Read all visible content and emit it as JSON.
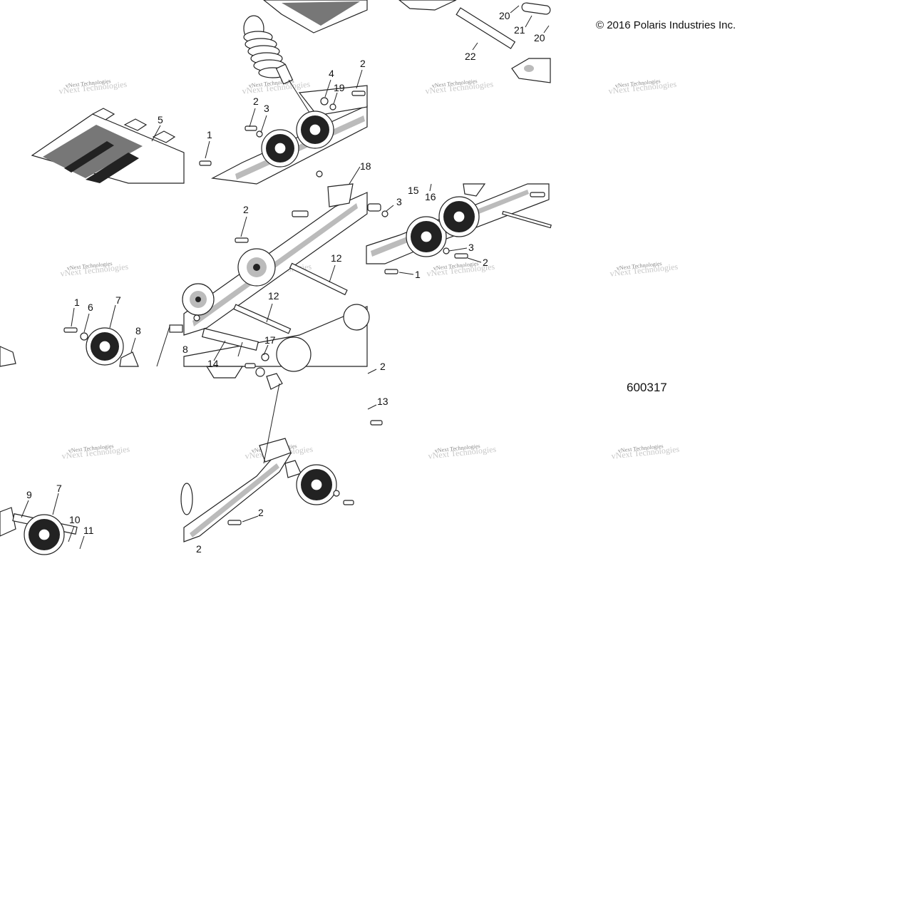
{
  "copyright": "© 2016 Polaris Industries Inc.",
  "diagram_id": "600317",
  "watermark": "vNext Technologies",
  "callouts": [
    {
      "id": "c-5",
      "text": "5"
    },
    {
      "id": "c-1a",
      "text": "1"
    },
    {
      "id": "c-2a",
      "text": "2"
    },
    {
      "id": "c-3a",
      "text": "3"
    },
    {
      "id": "c-4",
      "text": "4"
    },
    {
      "id": "c-19",
      "text": "19"
    },
    {
      "id": "c-2b",
      "text": "2"
    },
    {
      "id": "c-18",
      "text": "18"
    },
    {
      "id": "c-20a",
      "text": "20"
    },
    {
      "id": "c-21",
      "text": "21"
    },
    {
      "id": "c-20b",
      "text": "20"
    },
    {
      "id": "c-22",
      "text": "22"
    },
    {
      "id": "c-2c",
      "text": "2"
    },
    {
      "id": "c-12a",
      "text": "12"
    },
    {
      "id": "c-12b",
      "text": "12"
    },
    {
      "id": "c-17",
      "text": "17"
    },
    {
      "id": "c-8a",
      "text": "8"
    },
    {
      "id": "c-14",
      "text": "14"
    },
    {
      "id": "c-1b",
      "text": "1"
    },
    {
      "id": "c-6",
      "text": "6"
    },
    {
      "id": "c-7a",
      "text": "7"
    },
    {
      "id": "c-8b",
      "text": "8"
    },
    {
      "id": "c-15",
      "text": "15"
    },
    {
      "id": "c-16",
      "text": "16"
    },
    {
      "id": "c-3b",
      "text": "3"
    },
    {
      "id": "c-3c",
      "text": "3"
    },
    {
      "id": "c-2d",
      "text": "2"
    },
    {
      "id": "c-1c",
      "text": "1"
    },
    {
      "id": "c-2e",
      "text": "2"
    },
    {
      "id": "c-13",
      "text": "13"
    },
    {
      "id": "c-9",
      "text": "9"
    },
    {
      "id": "c-7b",
      "text": "7"
    },
    {
      "id": "c-10",
      "text": "10"
    },
    {
      "id": "c-11",
      "text": "11"
    },
    {
      "id": "c-2f",
      "text": "2"
    },
    {
      "id": "c-2g",
      "text": "2"
    }
  ]
}
